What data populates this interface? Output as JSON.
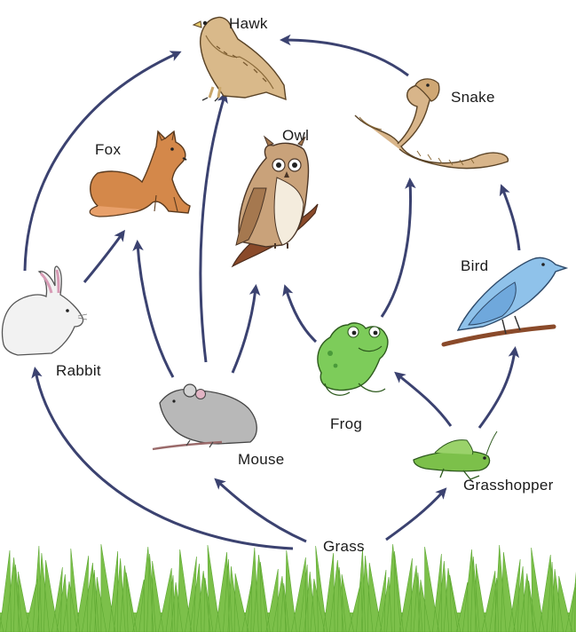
{
  "title": "",
  "colors": {
    "arrow": "#3b4270",
    "grass": "#7cc04a",
    "grass_dark": "#5ea832",
    "hawk": "#d9b98a",
    "fox": "#d4884a",
    "owl": "#c9a27a",
    "branch": "#8a4a2a",
    "snake": "#d8b58a",
    "bird": "#8fc2ea",
    "frog": "#7dcc5a",
    "mouse": "#b8b8b8",
    "rabbit": "#f2f2f2",
    "grasshopper": "#7cc04a"
  },
  "organisms": {
    "hawk": {
      "label": "Hawk",
      "icon": "hawk-icon"
    },
    "snake": {
      "label": "Snake",
      "icon": "snake-icon"
    },
    "owl": {
      "label": "Owl",
      "icon": "owl-icon"
    },
    "fox": {
      "label": "Fox",
      "icon": "fox-icon"
    },
    "bird": {
      "label": "Bird",
      "icon": "bird-icon"
    },
    "rabbit": {
      "label": "Rabbit",
      "icon": "rabbit-icon"
    },
    "frog": {
      "label": "Frog",
      "icon": "frog-icon"
    },
    "mouse": {
      "label": "Mouse",
      "icon": "mouse-icon"
    },
    "grasshopper": {
      "label": "Grasshopper",
      "icon": "grasshopper-icon"
    },
    "grass": {
      "label": "Grass",
      "icon": "grass-icon"
    }
  },
  "arrows": [
    {
      "from": "grass",
      "to": "rabbit"
    },
    {
      "from": "grass",
      "to": "mouse"
    },
    {
      "from": "grass",
      "to": "grasshopper"
    },
    {
      "from": "grasshopper",
      "to": "frog"
    },
    {
      "from": "grasshopper",
      "to": "bird"
    },
    {
      "from": "rabbit",
      "to": "hawk"
    },
    {
      "from": "rabbit",
      "to": "fox"
    },
    {
      "from": "mouse",
      "to": "fox"
    },
    {
      "from": "mouse",
      "to": "hawk"
    },
    {
      "from": "mouse",
      "to": "owl"
    },
    {
      "from": "frog",
      "to": "owl"
    },
    {
      "from": "frog",
      "to": "snake"
    },
    {
      "from": "bird",
      "to": "snake"
    },
    {
      "from": "snake",
      "to": "hawk"
    }
  ]
}
